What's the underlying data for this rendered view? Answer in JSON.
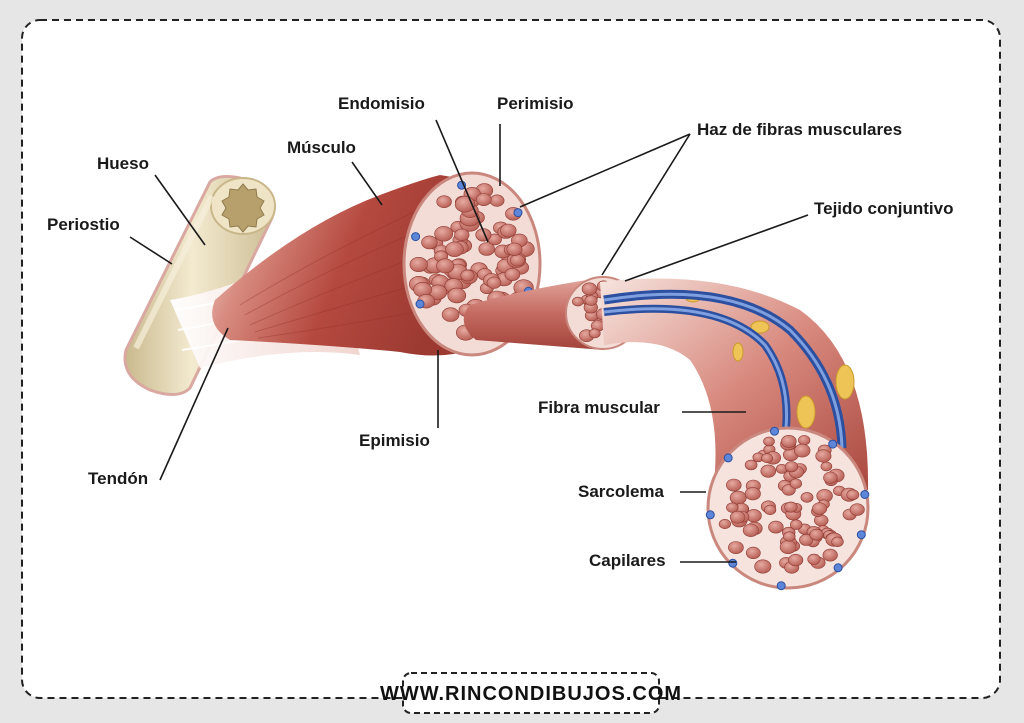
{
  "diagram": {
    "labels": {
      "hueso": "Hueso",
      "periostio": "Periostio",
      "tendon": "Tendón",
      "musculo": "Músculo",
      "endomisio": "Endomisio",
      "perimisio": "Perimisio",
      "epimisio": "Epimisio",
      "haz": "Haz de fibras musculares",
      "tejido": "Tejido conjuntivo",
      "fibra": "Fibra muscular",
      "sarcolema": "Sarcolema",
      "capilares": "Capilares"
    }
  },
  "footer": {
    "url": "WWW.RINCONDIBUJOS.COM"
  },
  "colors": {
    "background": "#e6e6e6",
    "card": "#ffffff",
    "muscle": "#b9524a",
    "muscle_light": "#d88a80",
    "fiber_cell": "#c77a72",
    "bone": "#e8dcb8",
    "capillary": "#3d63b8"
  }
}
